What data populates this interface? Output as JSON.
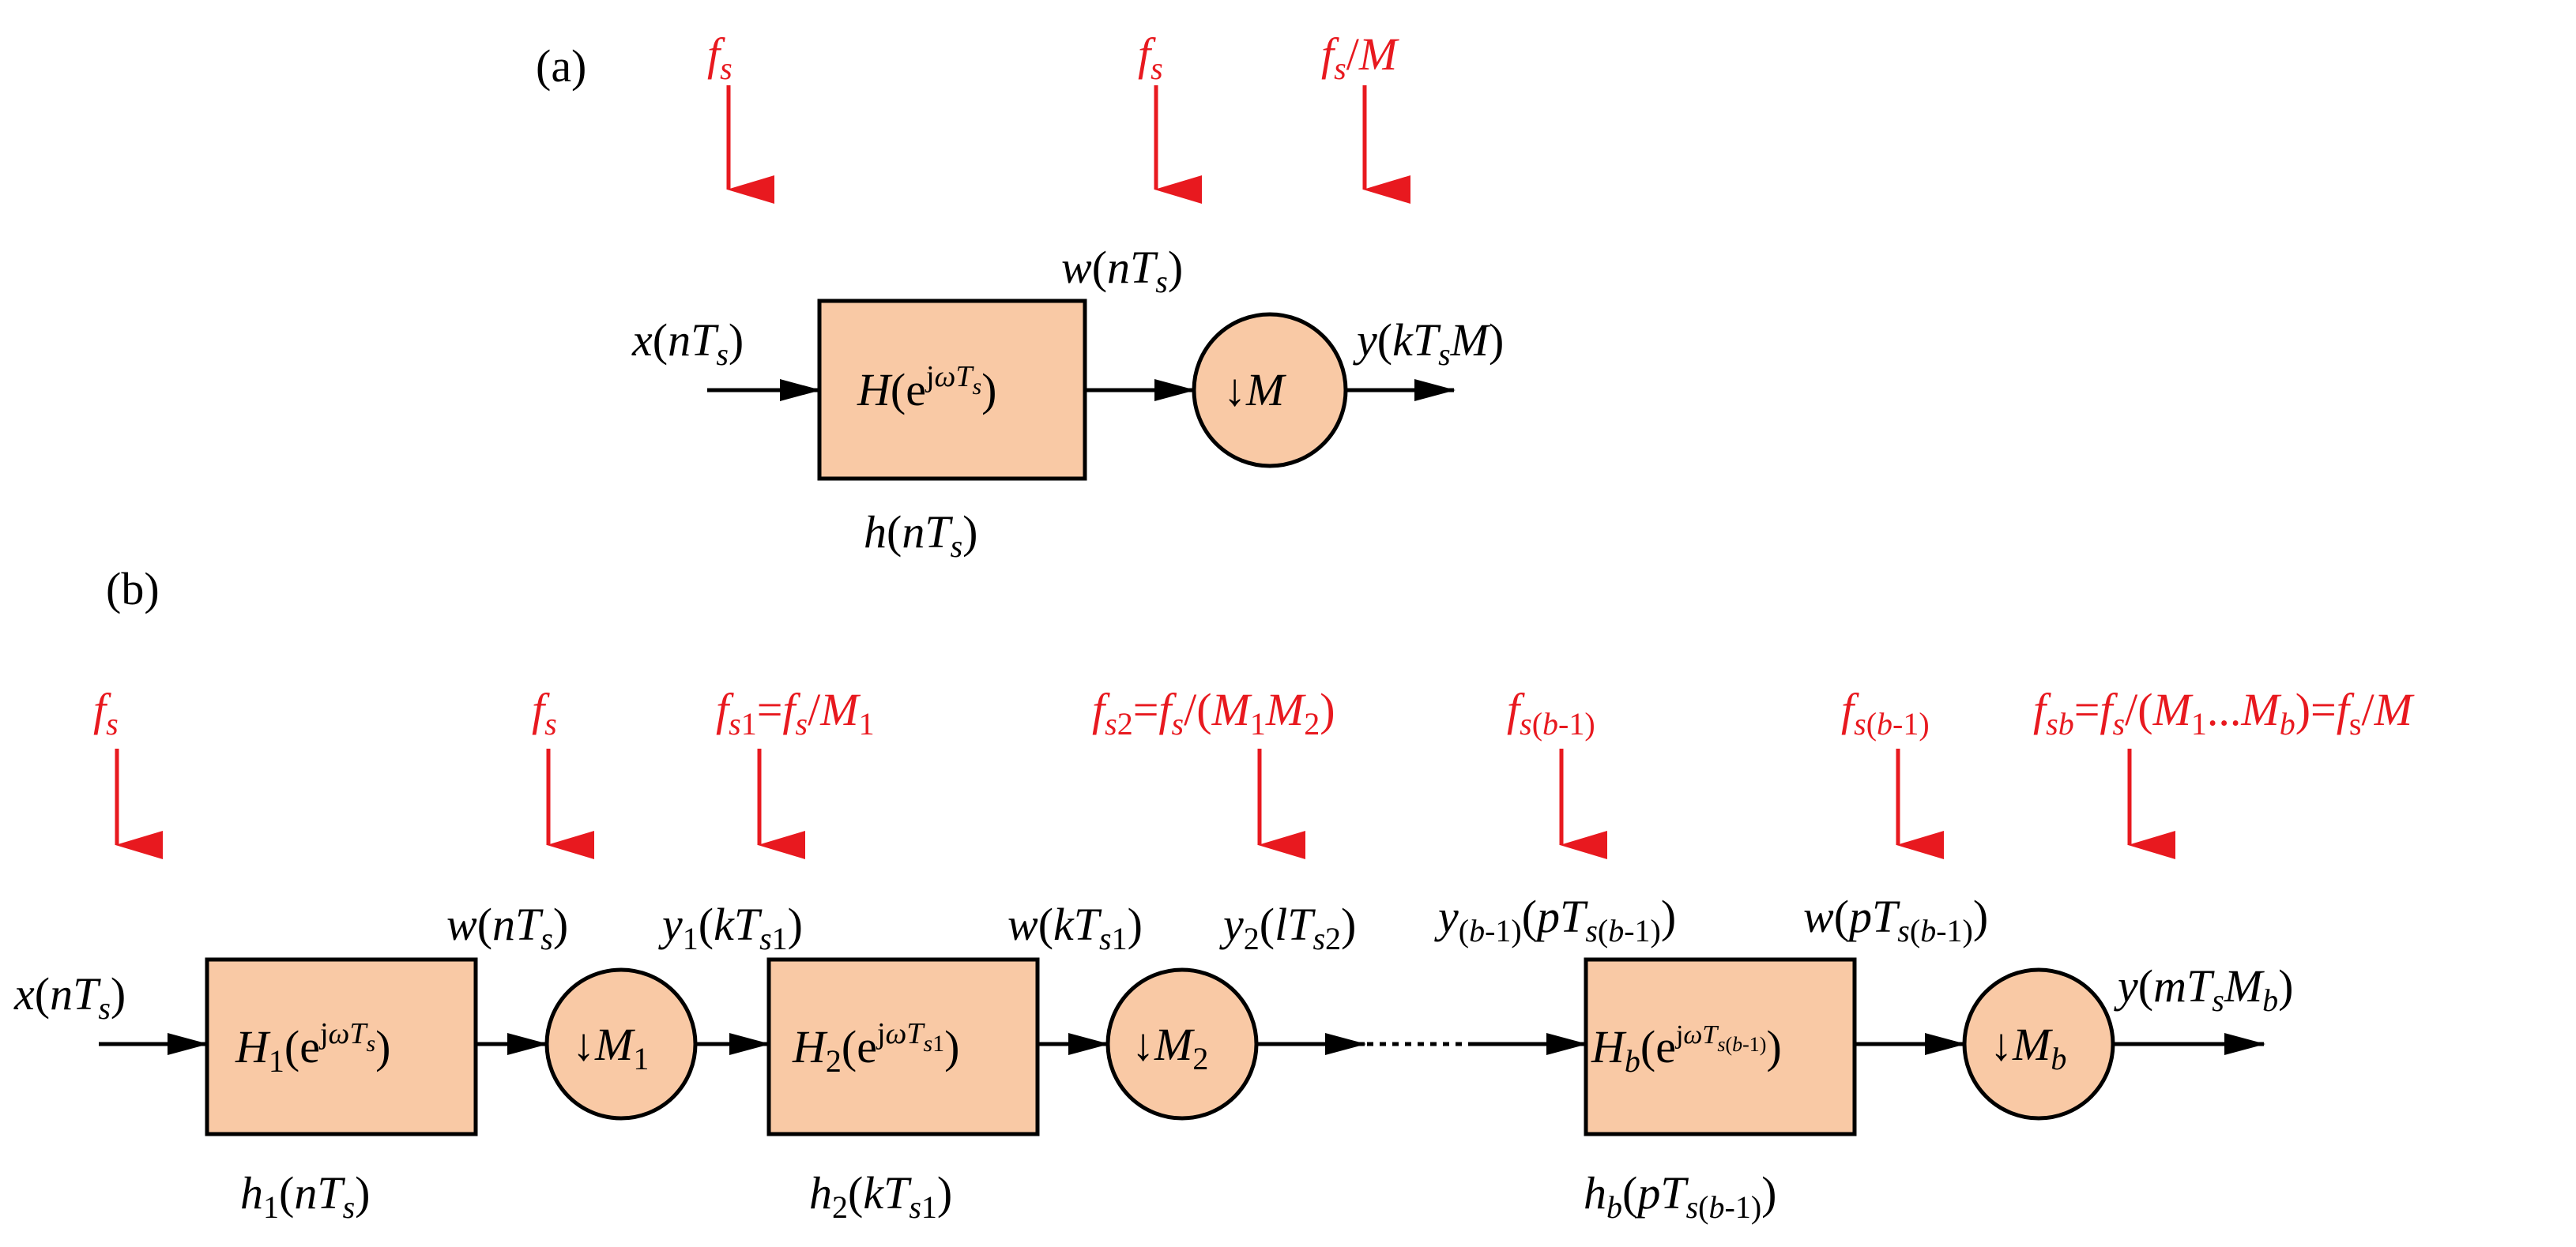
{
  "colors": {
    "block_fill": "#f9c9a5",
    "rate_arrow": "#e8191f",
    "signal": "#000000"
  },
  "panel_a": {
    "label": "(a)",
    "rates": {
      "input": "f_s",
      "filter_out": "f_s",
      "output": "f_s/M"
    },
    "signals": {
      "input": "x(nT_s)",
      "intermediate": "w(nT_s)",
      "output": "y(kT_sM)"
    },
    "filter": {
      "transfer_function": "H(e^{jωT_s})",
      "impulse_response": "h(nT_s)"
    },
    "decimator": "↓M"
  },
  "panel_b": {
    "label": "(b)",
    "rates": [
      "f_s",
      "f_s",
      "f_s1 = f_s/M_1",
      "f_s2 = f_s/(M_1M_2)",
      "f_s(b-1)",
      "f_s(b-1)",
      "f_sb = f_s/(M_1...M_b) = f_s/M"
    ],
    "signals": {
      "input": "x(nT_s)",
      "w1": "w(nT_s)",
      "y1": "y_1(kT_s1)",
      "w2": "w(kT_s1)",
      "y2": "y_2(lT_s2)",
      "y_prev": "y_(b-1)(pT_s(b-1))",
      "wb": "w(pT_s(b-1))",
      "output": "y(mT_sM_b)"
    },
    "filters": [
      {
        "transfer_function": "H_1(e^{jωT_s})",
        "impulse_response": "h_1(nT_s)"
      },
      {
        "transfer_function": "H_2(e^{jωT_s1})",
        "impulse_response": "h_2(kT_s1)"
      },
      {
        "transfer_function": "H_b(e^{jωT_s(b-1)})",
        "impulse_response": "h_b(pT_s(b-1))"
      }
    ],
    "decimators": [
      "↓M_1",
      "↓M_2",
      "↓M_b"
    ]
  }
}
